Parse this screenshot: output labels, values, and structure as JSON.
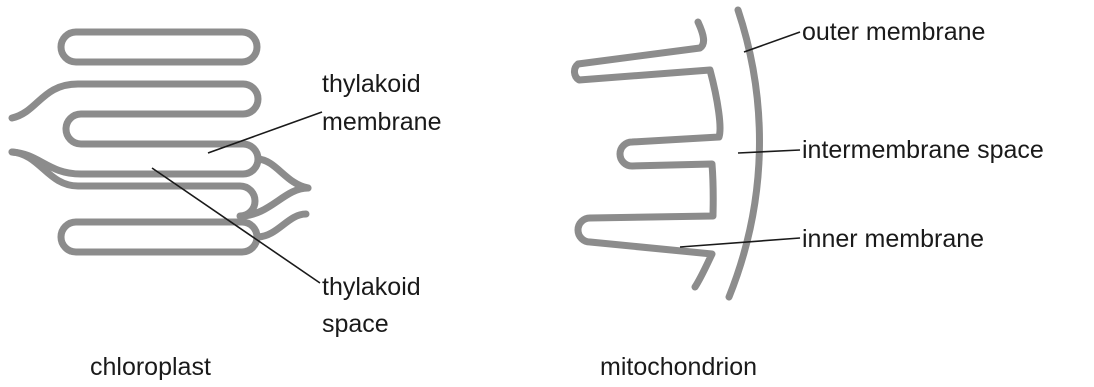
{
  "chloroplast": {
    "caption": "chloroplast",
    "labels": {
      "thylakoid_membrane": [
        "thylakoid",
        "membrane"
      ],
      "thylakoid_space": [
        "thylakoid",
        "space"
      ]
    }
  },
  "mitochondrion": {
    "caption": "mitochondrion",
    "labels": {
      "outer_membrane": "outer membrane",
      "intermembrane_space": "intermembrane space",
      "inner_membrane": "inner membrane"
    }
  },
  "colors": {
    "membrane": "#8c8c8c",
    "text": "#1a1a1a",
    "background": "#ffffff"
  }
}
